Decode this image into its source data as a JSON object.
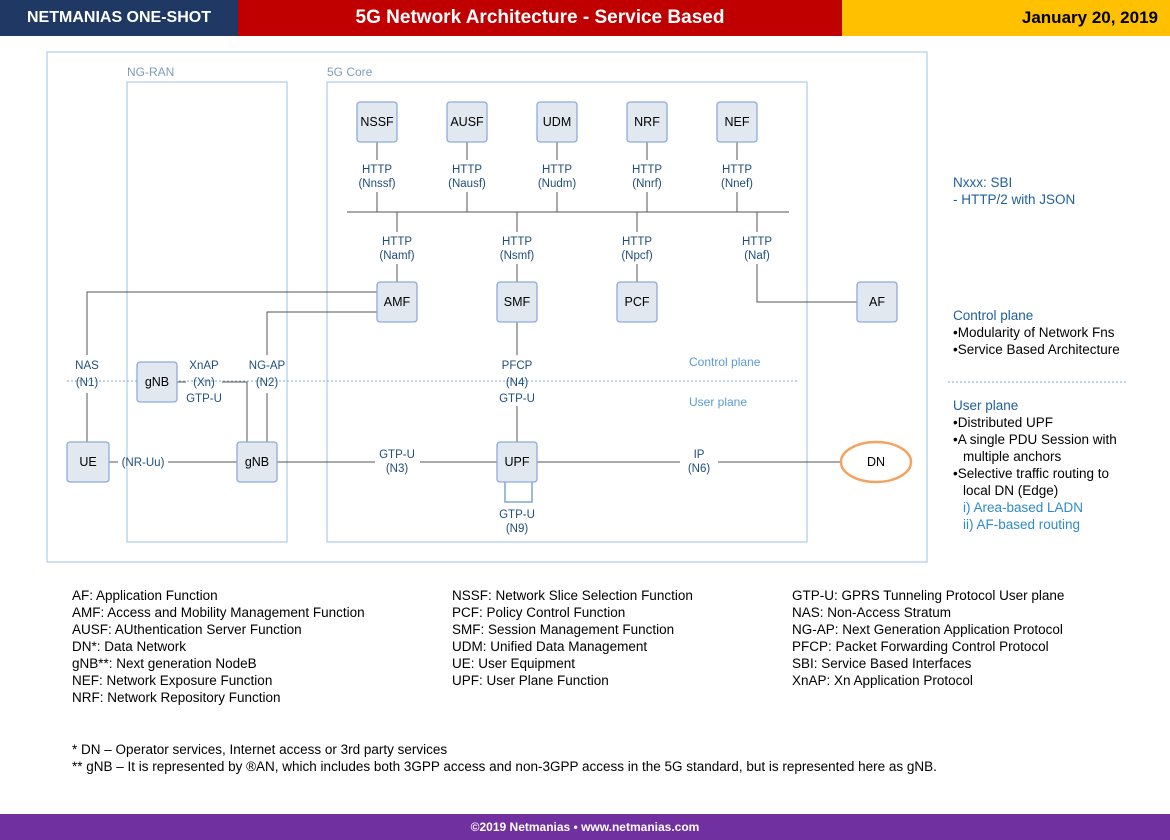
{
  "header": {
    "brand": "NETMANIAS ONE-SHOT",
    "title": "5G Network Architecture - Service Based",
    "date": "January 20, 2019"
  },
  "diagram": {
    "regions": {
      "ngran": "NG-RAN",
      "core": "5G Core"
    },
    "nfs": {
      "nssf": "NSSF",
      "ausf": "AUSF",
      "udm": "UDM",
      "nrf": "NRF",
      "nef": "NEF",
      "amf": "AMF",
      "smf": "SMF",
      "pcf": "PCF",
      "af": "AF",
      "upf": "UPF",
      "ue": "UE",
      "gnb_top": "gNB",
      "gnb_bottom": "gNB",
      "dn": "DN"
    },
    "top_interfaces": {
      "nssf": [
        "HTTP",
        "(Nnssf)"
      ],
      "ausf": [
        "HTTP",
        "(Nausf)"
      ],
      "udm": [
        "HTTP",
        "(Nudm)"
      ],
      "nrf": [
        "HTTP",
        "(Nnrf)"
      ],
      "nef": [
        "HTTP",
        "(Nnef)"
      ]
    },
    "bottom_interfaces": {
      "amf": [
        "HTTP",
        "(Namf)"
      ],
      "smf": [
        "HTTP",
        "(Nsmf)"
      ],
      "pcf": [
        "HTTP",
        "(Npcf)"
      ],
      "af": [
        "HTTP",
        "(Naf)"
      ]
    },
    "links": {
      "nas": [
        "NAS",
        "(N1)"
      ],
      "xnap": [
        "XnAP",
        "(Xn)",
        "GTP-U"
      ],
      "ngap": [
        "NG-AP",
        "(N2)"
      ],
      "pfcp": [
        "PFCP",
        "(N4)",
        "GTP-U"
      ],
      "nruu": "(NR-Uu)",
      "n3": [
        "GTP-U",
        "(N3)"
      ],
      "n6": [
        "IP",
        "(N6)"
      ],
      "n9": [
        "GTP-U",
        "(N9)"
      ]
    },
    "plane_labels": {
      "control": "Control plane",
      "user": "User plane"
    }
  },
  "side": {
    "sbi": [
      "Nxxx: SBI",
      "- HTTP/2 with JSON"
    ],
    "control_title": "Control plane",
    "control_items": [
      "Modularity of Network Fns",
      "Service Based Architecture"
    ],
    "user_title": "User plane",
    "user_items": [
      "Distributed UPF",
      "A single PDU Session with",
      "multiple anchors",
      "Selective traffic routing to",
      "local DN (Edge)"
    ],
    "user_sub": [
      "i)  Area-based LADN",
      "ii) AF-based routing"
    ]
  },
  "legend": {
    "col1": [
      "AF: Application Function",
      "AMF: Access and Mobility Management Function",
      "AUSF: AUthentication Server Function",
      "DN*: Data Network",
      "gNB**: Next generation NodeB",
      "NEF: Network Exposure Function",
      "NRF: Network Repository Function"
    ],
    "col2": [
      "NSSF: Network Slice Selection Function",
      "PCF: Policy Control Function",
      "SMF: Session Management Function",
      "UDM: Unified Data Management",
      "UE: User Equipment",
      "UPF: User Plane Function"
    ],
    "col3": [
      "GTP-U: GPRS Tunneling Protocol User plane",
      "NAS: Non-Access Stratum",
      "NG-AP: Next Generation Application Protocol",
      "PFCP: Packet Forwarding Control Protocol",
      "SBI: Service Based Interfaces",
      "XnAP: Xn Application Protocol"
    ]
  },
  "notes": [
    "* DN – Operator services, Internet access or 3rd party services",
    "** gNB – It is represented by ®AN, which includes both 3GPP access and non-3GPP access   in the 5G standard, but is represented here as gNB."
  ],
  "footer": "©2019 Netmanias • www.netmanias.com"
}
